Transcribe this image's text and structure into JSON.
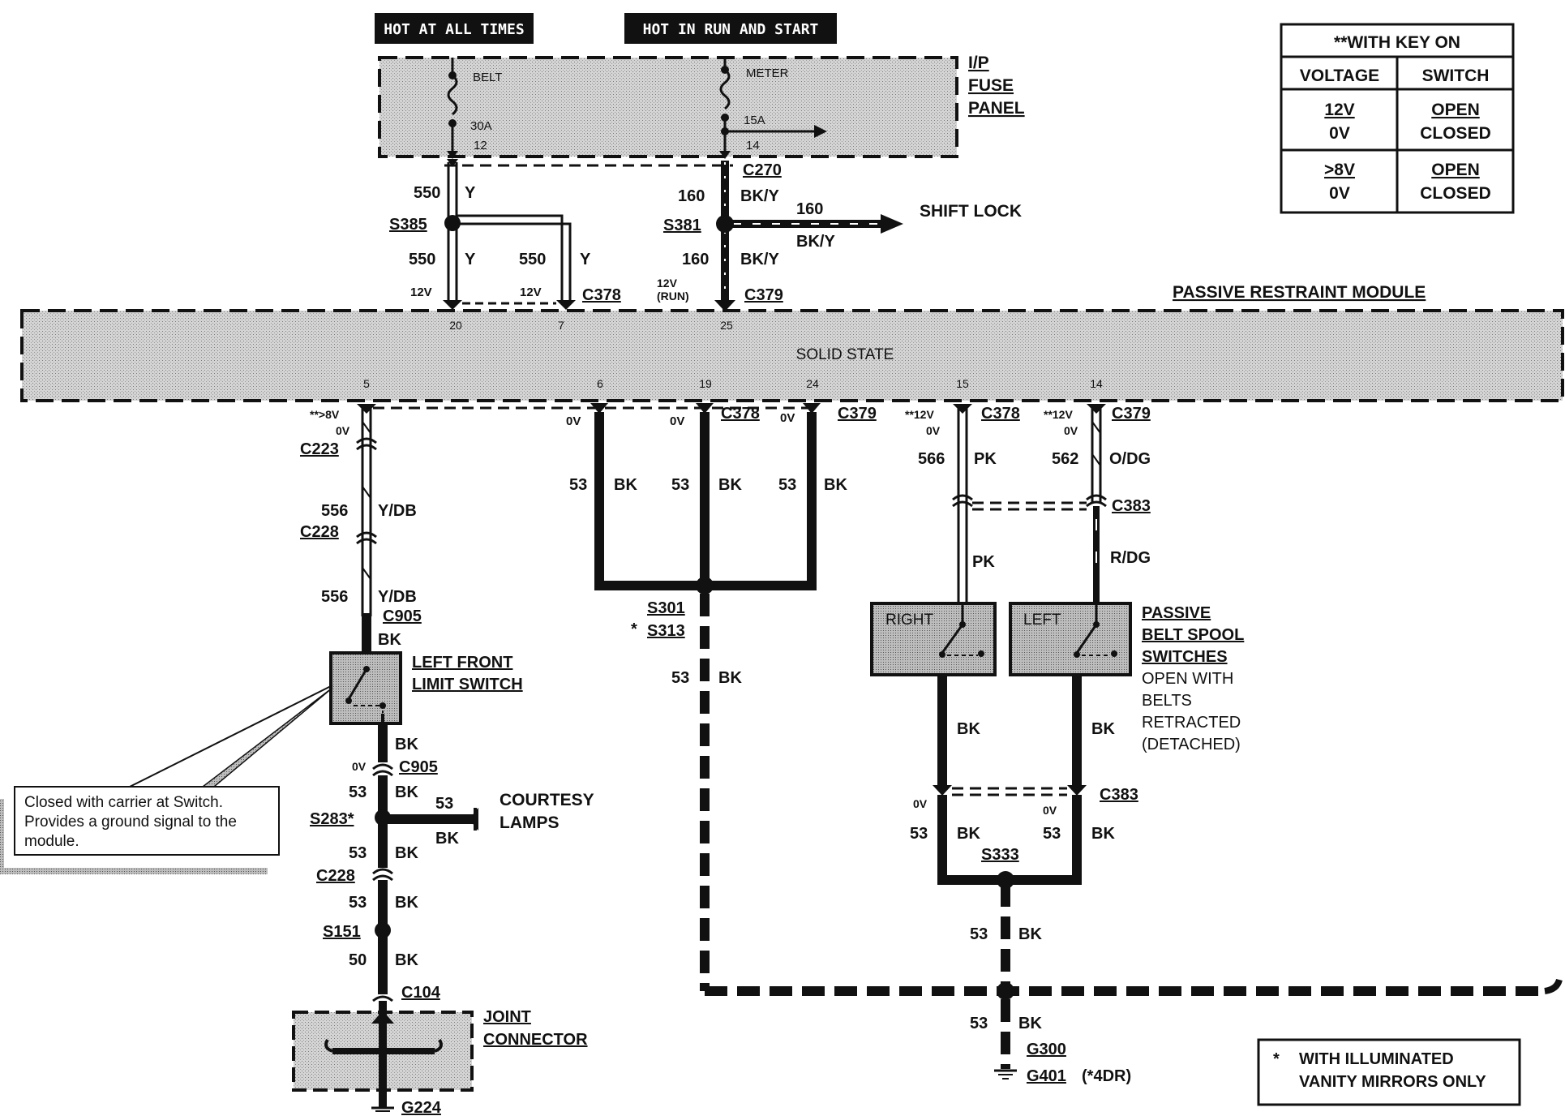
{
  "headers": {
    "hot_at_all_times": "HOT AT ALL TIMES",
    "hot_in_run": "HOT IN  RUN AND START"
  },
  "fuse_panel": {
    "label_line1": "I/P",
    "label_line2": "FUSE",
    "label_line3": "PANEL",
    "fuse_left_name": "BELT",
    "fuse_left_rating": "30A",
    "fuse_left_pin": "12",
    "fuse_right_name": "METER",
    "fuse_right_rating": "15A",
    "fuse_right_pin": "14"
  },
  "key_on_table": {
    "title": "**WITH KEY ON",
    "col1": "VOLTAGE",
    "col2": "SWITCH",
    "row1_v1": "12V",
    "row1_v2": "0V",
    "row1_s1": "OPEN",
    "row1_s2": "CLOSED",
    "row2_v1": ">8V",
    "row2_v2": "0V",
    "row2_s1": "OPEN",
    "row2_s2": "CLOSED"
  },
  "module": {
    "title": "PASSIVE RESTRAINT MODULE",
    "center_label": "SOLID STATE",
    "pin_20": "20",
    "pin_7": "7",
    "pin_25": "25",
    "pin_5": "5",
    "pin_6": "6",
    "pin_19": "19",
    "pin_24": "24",
    "pin_15": "15",
    "pin_14": "14"
  },
  "connectors": {
    "c270": "C270",
    "c378_top": "C378",
    "c379_top": "C379",
    "c378_mid": "C378",
    "c379_mid": "C379",
    "c378_right": "C378",
    "c379_right": "C379",
    "c223": "C223",
    "c228_a": "C228",
    "c905_a": "C905",
    "c905_b": "C905",
    "c228_b": "C228",
    "c104": "C104",
    "c383_a": "C383",
    "c383_b": "C383"
  },
  "splices": {
    "s385": "S385",
    "s381": "S381",
    "s301": "S301",
    "s313": "S313",
    "s313_star": "*",
    "s283": "S283*",
    "s151": "S151",
    "s333": "S333"
  },
  "grounds": {
    "g224": "G224",
    "g300": "G300",
    "g401": "G401",
    "g401_note": "(*4DR)"
  },
  "wires": {
    "w550_a": "550",
    "w550_a_c": "Y",
    "w550_b": "550",
    "w550_b_c": "Y",
    "w550_c": "550",
    "w550_c_c": "Y",
    "w160_a": "160",
    "w160_a_c": "BK/Y",
    "w160_b": "160",
    "w160_b_c": "BK/Y",
    "w160_shift": "160",
    "w160_shift_c": "BK/Y",
    "shift_lock": "SHIFT LOCK",
    "v12_a": "12V",
    "v12_b": "12V",
    "v12_run": "12V",
    "run": "(RUN)",
    "v8_pin5": "**>8V",
    "v0_pin5": "0V",
    "v0_pin6": "0V",
    "v0_pin19": "0V",
    "v0_pin24": "0V",
    "v12_pin15": "**12V",
    "v0_pin15": "0V",
    "v12_pin14": "**12V",
    "v0_pin14": "0V",
    "w556_a": "556",
    "w556_a_c": "Y/DB",
    "w556_b": "556",
    "w556_b_c": "Y/DB",
    "bk_c905": "BK",
    "w53_a": "53",
    "w53_a_c": "BK",
    "w53_b": "53",
    "w53_b_c": "BK",
    "w53_c": "53",
    "w53_c_c": "BK",
    "w53_s313": "53",
    "w53_s313_c": "BK",
    "bk_below_switch": "BK",
    "v0_c905b": "0V",
    "w53_d": "53",
    "w53_d_c": "BK",
    "w53_courtesy": "53",
    "w53_courtesy_c": "BK",
    "courtesy_1": "COURTESY",
    "courtesy_2": "LAMPS",
    "w53_e": "53",
    "w53_e_c": "BK",
    "w53_f": "53",
    "w53_f_c": "BK",
    "w50": "50",
    "w50_c": "BK",
    "w566": "566",
    "w566_c": "PK",
    "w562": "562",
    "w562_c": "O/DG",
    "pk_mid": "PK",
    "rdg_mid": "R/DG",
    "bk_r": "BK",
    "bk_l": "BK",
    "v0_c383_l": "0V",
    "v0_c383_r": "0V",
    "w53_g": "53",
    "w53_g_c": "BK",
    "w53_h": "53",
    "w53_h_c": "BK",
    "w53_i": "53",
    "w53_i_c": "BK",
    "w53_j": "53",
    "w53_j_c": "BK"
  },
  "components": {
    "limit_switch_1": "LEFT FRONT",
    "limit_switch_2": "LIMIT SWITCH",
    "joint_1": "JOINT",
    "joint_2": "CONNECTOR",
    "spool_right": "RIGHT",
    "spool_left": "LEFT",
    "spool_title_1": "PASSIVE",
    "spool_title_2": "BELT SPOOL",
    "spool_title_3": "SWITCHES",
    "spool_desc_1": "OPEN WITH",
    "spool_desc_2": "BELTS",
    "spool_desc_3": "RETRACTED",
    "spool_desc_4": "(DETACHED)"
  },
  "callout": {
    "line1": "Closed with carrier at Switch.",
    "line2": "Provides a ground signal to the",
    "line3": "module."
  },
  "footnote": {
    "star": "*",
    "line1": "WITH ILLUMINATED",
    "line2": "VANITY MIRRORS ONLY"
  }
}
